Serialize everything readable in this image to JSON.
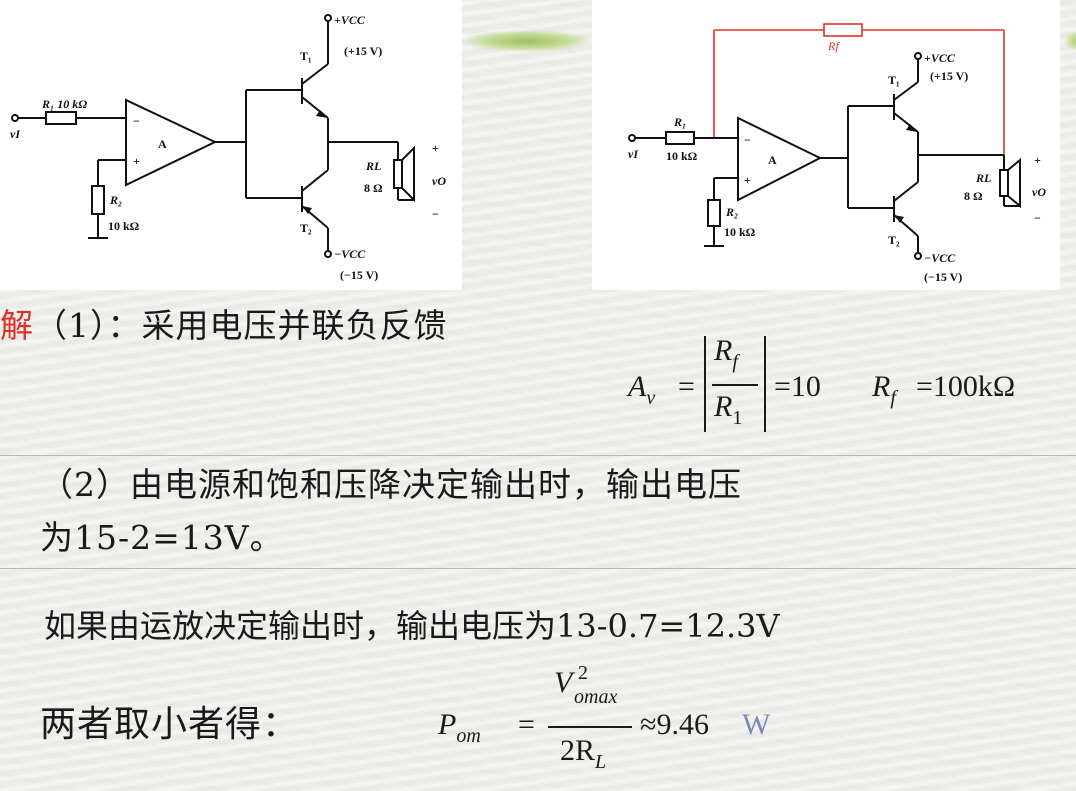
{
  "circuit_left": {
    "labels": {
      "r1": "R₁ 10 kΩ",
      "vi": "vI",
      "r2_name": "R₂",
      "r2_value": "10 kΩ",
      "amp": "A",
      "minus_in": "−",
      "plus_in": "+",
      "t1": "T₁",
      "t2": "T₂",
      "vcc_pos": "+VCC",
      "vcc_pos_value": "(+15 V)",
      "vcc_neg": "−VCC",
      "vcc_neg_value": "(−15 V)",
      "rl_name": "RL",
      "rl_value": "8 Ω",
      "vo": "vO",
      "out_plus": "+",
      "out_minus": "−"
    }
  },
  "circuit_right": {
    "labels": {
      "rf": "Rf",
      "r1": "R₁",
      "r1_value": "10 kΩ",
      "vi": "vI",
      "r2_name": "R₂",
      "r2_value": "10 kΩ",
      "amp": "A",
      "minus_in": "−",
      "plus_in": "+",
      "t1": "T₁",
      "t2": "T₂",
      "vcc_pos": "+VCC",
      "vcc_pos_value": "(+15 V)",
      "vcc_neg": "−VCC",
      "vcc_neg_value": "(−15 V)",
      "rl_name": "RL",
      "rl_value": "8 Ω",
      "vo": "vO",
      "out_plus": "+",
      "out_minus": "−"
    }
  },
  "solution": {
    "part1_prefix": "解",
    "part1_text": "（1）：采用电压并联负反馈",
    "formula1": {
      "lhs": "A",
      "lhs_sub": "v",
      "num": "R",
      "num_sub": "f",
      "den": "R",
      "den_sub": "1",
      "gain": "=10",
      "rf_lhs": "R",
      "rf_sub": "f",
      "rf_value": "=100kΩ"
    },
    "part2_line1": "（2）由电源和饱和压降决定输出时，输出电压",
    "part2_line2": "为15-2=13V。",
    "part3_text": "如果由运放决定输出时，输出电压为13-0.7=12.3V",
    "part4_text": "两者取小者得：",
    "formula2": {
      "lhs": "P",
      "lhs_sub": "om",
      "num": "V",
      "num_sup": "2",
      "num_sub": "omax",
      "den": "2R",
      "den_sub": "L",
      "approx": "≈9.46",
      "unit": "W"
    }
  },
  "colors": {
    "accent_red": "#e0302a",
    "feedback_wire": "#e0302a",
    "unit_blue": "#7a88b8"
  }
}
